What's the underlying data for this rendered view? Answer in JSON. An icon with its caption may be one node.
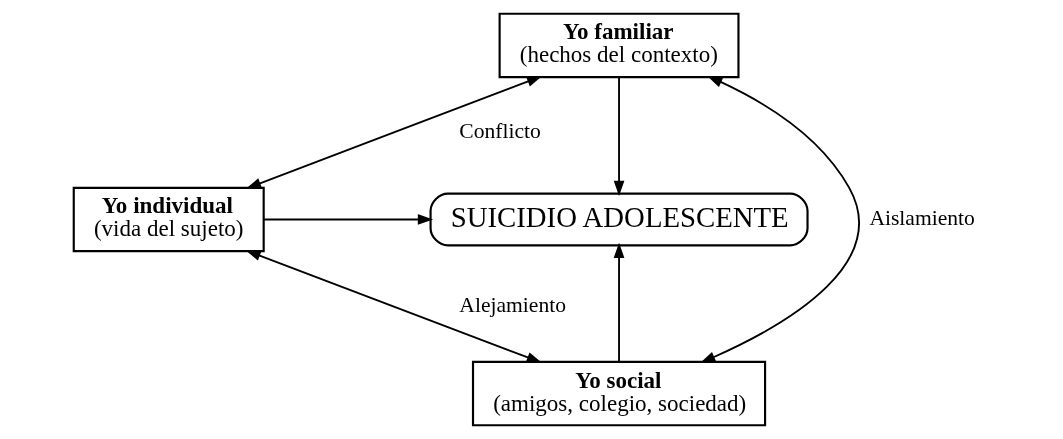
{
  "diagram": {
    "nodes": [
      {
        "text": [
          "Yo familiar",
          "(hechos del contexto)"
        ]
      },
      {
        "text": [
          "Yo individual",
          "(vida del sujeto)"
        ]
      },
      {
        "text": [
          "SUICIDIO ADOLESCENTE"
        ]
      },
      {
        "text": [
          "Yo social",
          "(amigos, colegio, sociedad)"
        ]
      }
    ],
    "edges": [
      {
        "from": 0,
        "to": 1,
        "arrow": "both",
        "label": "Conflicto"
      },
      {
        "from": 0,
        "to": 2,
        "arrow": "to"
      },
      {
        "from": 1,
        "to": 2,
        "arrow": "to"
      },
      {
        "from": 3,
        "to": 2,
        "arrow": "to"
      },
      {
        "from": 0,
        "to": 3,
        "arrow": "both",
        "label": "Aislamiento"
      },
      {
        "from": 1,
        "to": 3,
        "arrow": "both",
        "label": "Alejamiento"
      }
    ]
  }
}
